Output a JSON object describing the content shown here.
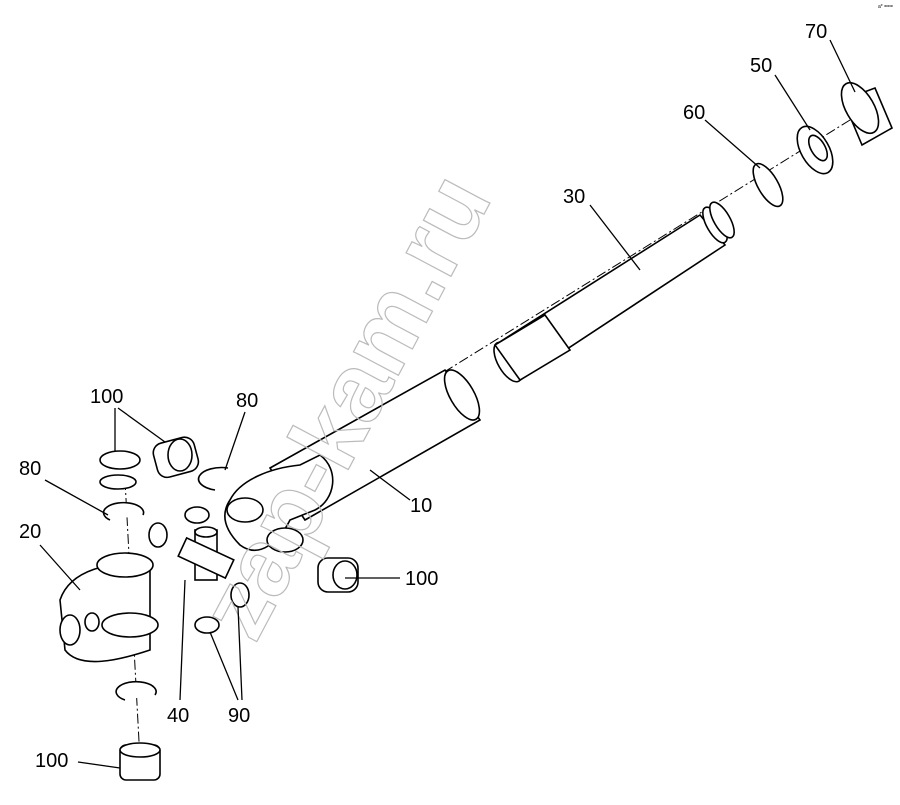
{
  "diagram": {
    "corner_mark": "a* ===",
    "watermark": "zap-kam.ru",
    "callouts": {
      "c70": "70",
      "c50": "50",
      "c60": "60",
      "c30": "30",
      "c100_top": "100",
      "c80_top": "80",
      "c80_left": "80",
      "c20": "20",
      "c10": "10",
      "c100_right": "100",
      "c40": "40",
      "c90": "90",
      "c100_bottom": "100"
    }
  }
}
